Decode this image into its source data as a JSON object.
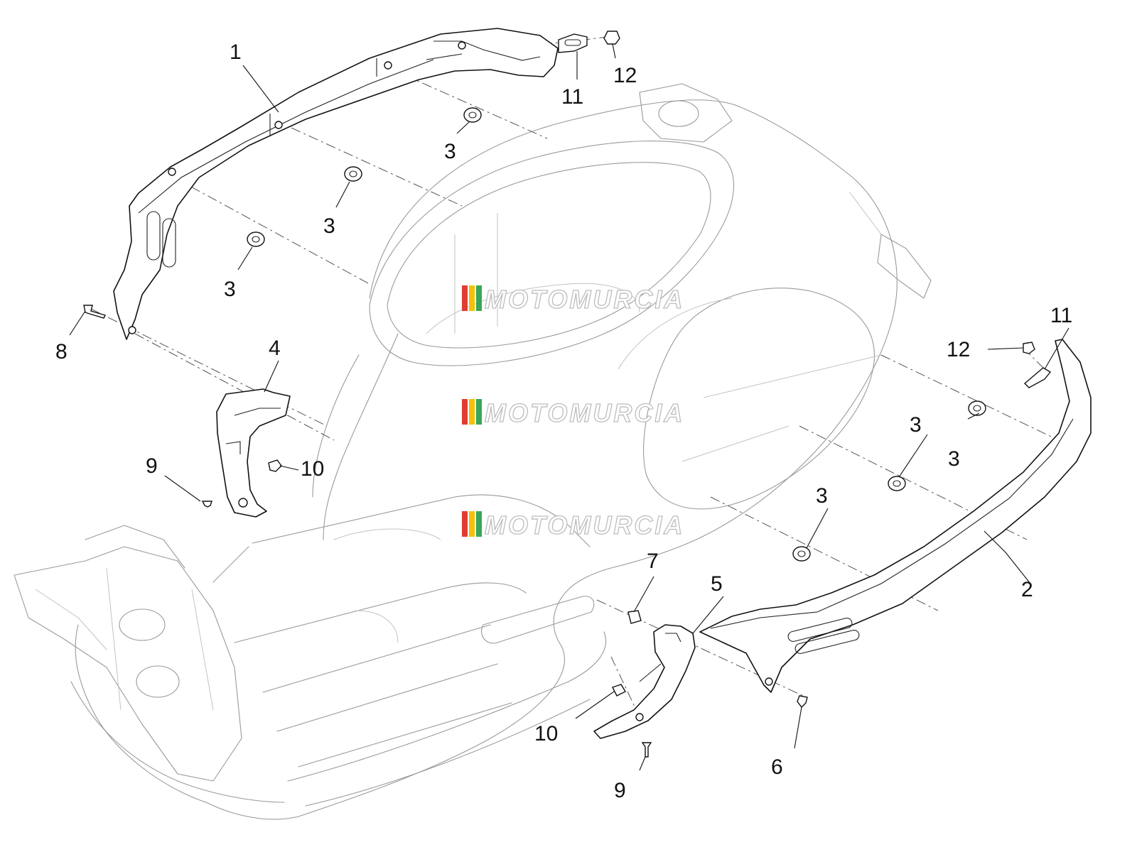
{
  "callouts": [
    {
      "label": "1"
    },
    {
      "label": "12"
    },
    {
      "label": "11"
    },
    {
      "label": "3"
    },
    {
      "label": "3"
    },
    {
      "label": "3"
    },
    {
      "label": "8"
    },
    {
      "label": "4"
    },
    {
      "label": "9"
    },
    {
      "label": "10"
    },
    {
      "label": "11"
    },
    {
      "label": "12"
    },
    {
      "label": "3"
    },
    {
      "label": "3"
    },
    {
      "label": "3"
    },
    {
      "label": "7"
    },
    {
      "label": "5"
    },
    {
      "label": "2"
    },
    {
      "label": "10"
    },
    {
      "label": "9"
    },
    {
      "label": "6"
    }
  ],
  "watermark": {
    "text": "MOTOMURCIA",
    "stripe_colors": [
      "#e03c31",
      "#f2c300",
      "#3aa655"
    ]
  }
}
